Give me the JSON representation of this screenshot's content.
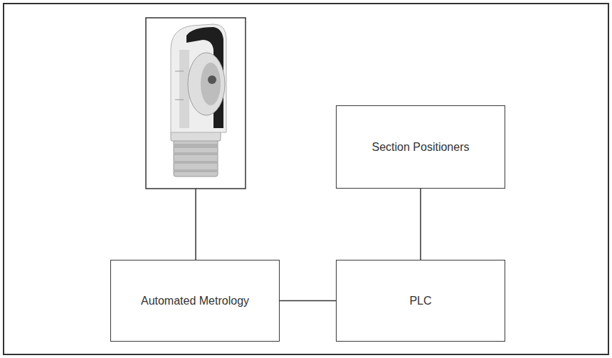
{
  "diagram": {
    "nodes": [
      {
        "text": [
          "Section Positioners"
        ]
      },
      {
        "text": [
          "Automated Metrology"
        ]
      },
      {
        "text": [
          "PLC"
        ]
      }
    ],
    "edges": [
      {
        "from": 1,
        "to": 2,
        "arrow": "none"
      },
      {
        "from": 2,
        "to": 0,
        "arrow": "none"
      }
    ]
  }
}
